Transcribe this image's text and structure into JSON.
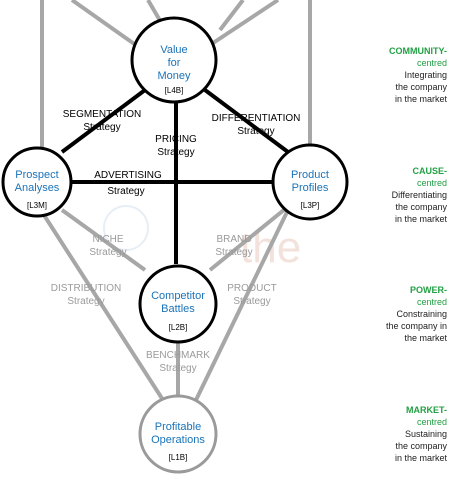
{
  "nodes": {
    "value": {
      "line1": "Value",
      "line2": "for",
      "line3": "Money",
      "code": "[L4B]"
    },
    "prospect": {
      "line1": "Prospect",
      "line2": "Analyses",
      "code": "[L3M]"
    },
    "product": {
      "line1": "Product",
      "line2": "Profiles",
      "code": "[L3P]"
    },
    "competitor": {
      "line1": "Competitor",
      "line2": "Battles",
      "code": "[L2B]"
    },
    "profitable": {
      "line1": "Profitable",
      "line2": "Operations",
      "code": "[L1B]"
    }
  },
  "edges": {
    "segmentation": {
      "line1": "SEGMENTATION",
      "line2": "Strategy"
    },
    "differentiation": {
      "line1": "DIFFERENTIATION",
      "line2": "Strategy"
    },
    "pricing": {
      "line1": "PRICING",
      "line2": "Strategy"
    },
    "advertising": {
      "line1": "ADVERTISING",
      "line2": "Strategy"
    },
    "niche": {
      "line1": "NICHE",
      "line2": "Strategy"
    },
    "brand": {
      "line1": "BRAND",
      "line2": "Strategy"
    },
    "distribution": {
      "line1": "DISTRIBUTION",
      "line2": "Strategy"
    },
    "product": {
      "line1": "PRODUCT",
      "line2": "Strategy"
    },
    "benchmark": {
      "line1": "BENCHMARK",
      "line2": "Strategy"
    }
  },
  "side": [
    {
      "title": "COMMUNITY-",
      "sub": "centred",
      "desc": [
        "Integrating",
        "the company",
        "in the market"
      ]
    },
    {
      "title": "CAUSE-",
      "sub": "centred",
      "desc": [
        "Differentiating",
        "the company",
        "in the market"
      ]
    },
    {
      "title": "POWER-",
      "sub": "centred",
      "desc": [
        "Constraining",
        "the company in",
        "the market"
      ]
    },
    {
      "title": "MARKET-",
      "sub": "centred",
      "desc": [
        "Sustaining",
        "the company",
        "in the market"
      ]
    }
  ],
  "watermark": {
    "text": "the"
  },
  "colors": {
    "node_title": "#1a73b8",
    "side_title": "#22a045",
    "edge_dark": "#000000",
    "edge_light": "#a7a7a7"
  }
}
